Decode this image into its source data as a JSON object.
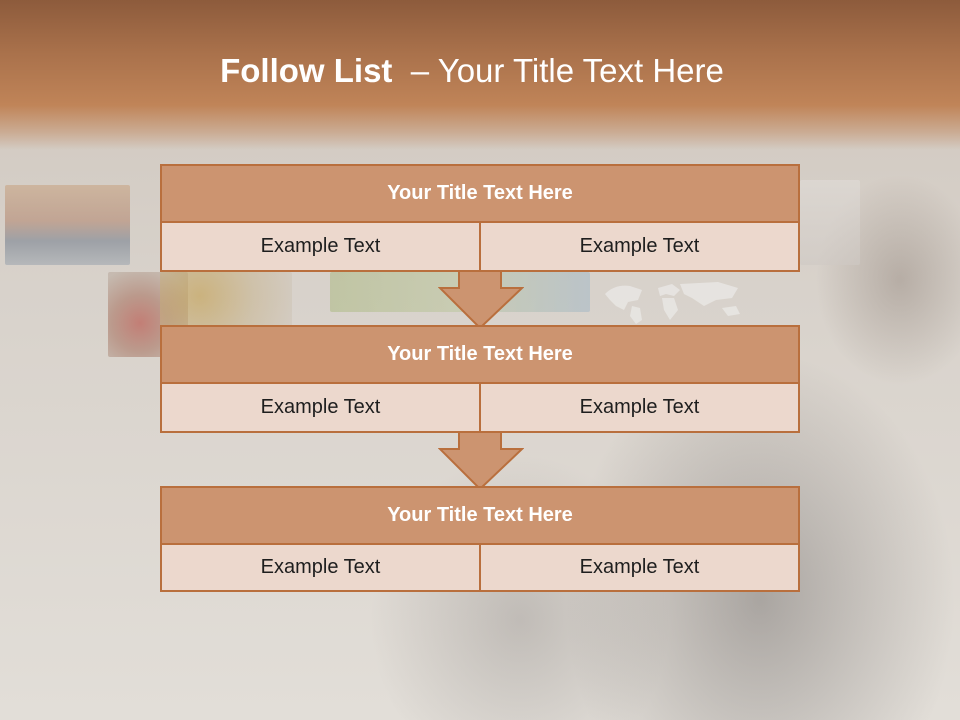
{
  "header": {
    "title_bold": "Follow List",
    "title_rest": "– Your Title Text Here"
  },
  "blocks": [
    {
      "title": "Your Title Text Here",
      "left": "Example Text",
      "right": "Example Text"
    },
    {
      "title": "Your Title Text Here",
      "left": "Example Text",
      "right": "Example Text"
    },
    {
      "title": "Your Title Text Here",
      "left": "Example Text",
      "right": "Example Text"
    }
  ],
  "colors": {
    "accent": "#cc9470",
    "border": "#b96f3d",
    "row_fill": "#ecd8cd",
    "header_band": "#a9714b"
  },
  "icons": [
    "down-arrow-icon",
    "world-map-icon"
  ]
}
